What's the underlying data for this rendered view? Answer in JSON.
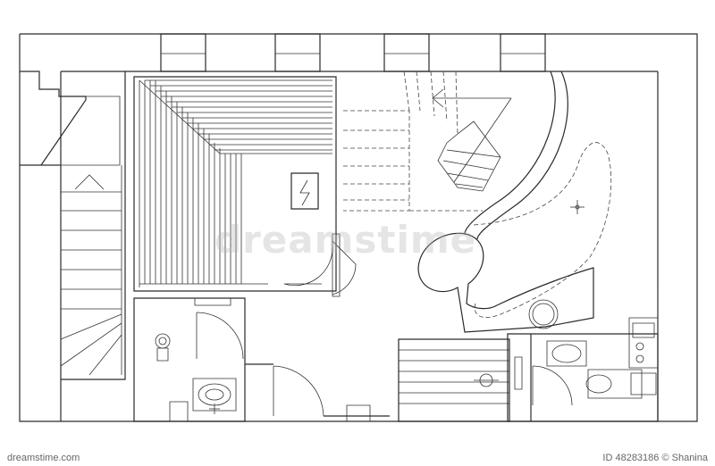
{
  "watermark": {
    "text": "dreamstime"
  },
  "footer": {
    "site_text": "dreamstime.com",
    "id_text": "ID 48283186 © Shanina"
  },
  "colors": {
    "line": "#2a2a2a",
    "background": "#ffffff",
    "watermark": "#b4b4b4"
  },
  "icons": [
    "electric-panel-icon",
    "light-point-icon",
    "washbasin-icon",
    "toilet-icon",
    "sink-icon",
    "bathtub-icon",
    "stove-icon",
    "faucet-icon"
  ]
}
